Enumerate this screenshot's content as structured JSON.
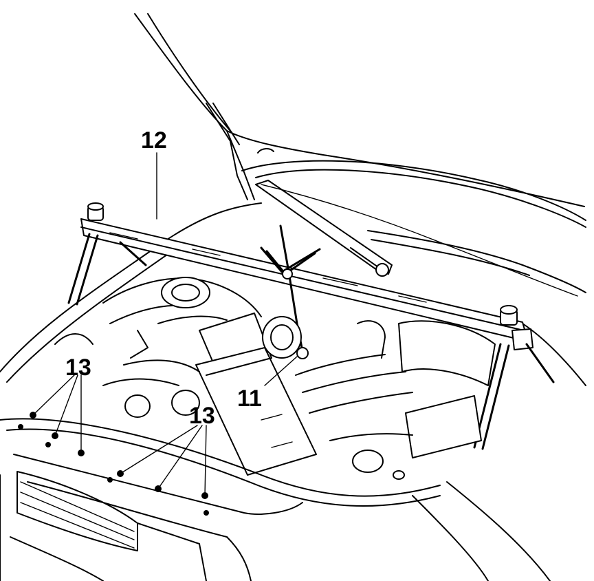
{
  "callouts": {
    "c11": "11",
    "c12": "12",
    "c13_left": "13",
    "c13_right": "13"
  },
  "colors": {
    "line": "#000000",
    "background": "#ffffff"
  }
}
